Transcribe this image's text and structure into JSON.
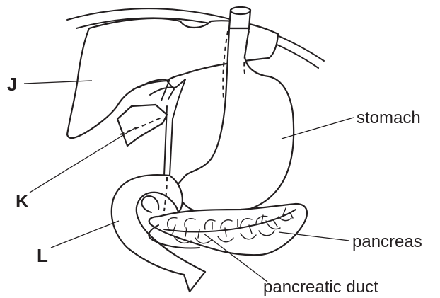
{
  "labels": {
    "J": "J",
    "K": "K",
    "L": "L",
    "stomach": "stomach",
    "pancreas": "pancreas",
    "pancreatic_duct": "pancreatic duct"
  },
  "colors": {
    "line": "#231f20",
    "background": "#ffffff"
  }
}
